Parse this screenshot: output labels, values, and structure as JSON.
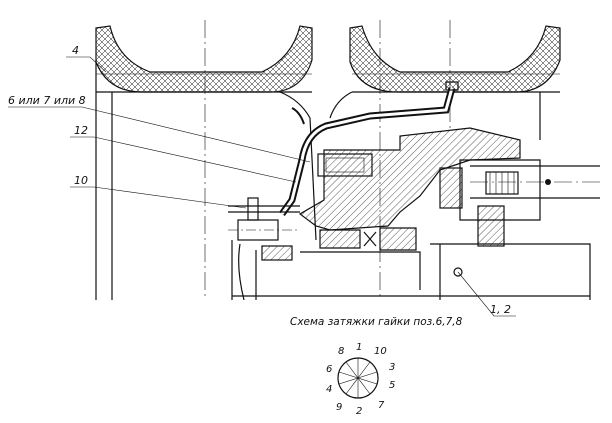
{
  "callouts": {
    "c4": "4",
    "c6": "6 или 7 или 8",
    "c12": "12",
    "c10": "10",
    "c12pos": "1, 2"
  },
  "caption": "Схема затяжки гайки поз.6,7,8",
  "sequence": {
    "n1": "1",
    "n2": "2",
    "n3": "3",
    "n4": "4",
    "n5": "5",
    "n6": "6",
    "n7": "7",
    "n8": "8",
    "n9": "9",
    "n10": "10"
  }
}
